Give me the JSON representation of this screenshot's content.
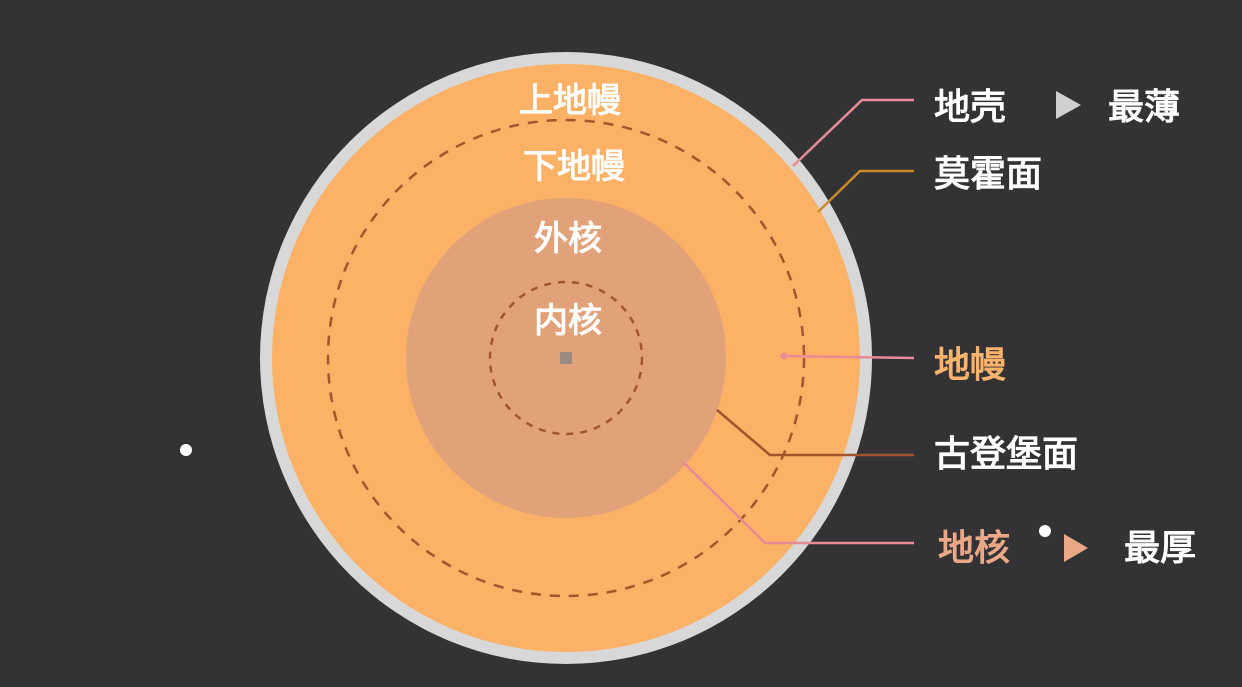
{
  "layers": {
    "upper_mantle": "上地幔",
    "lower_mantle": "下地幔",
    "outer_core": "外核",
    "inner_core": "内核"
  },
  "callouts": {
    "crust": "地壳",
    "crust_note": "最薄",
    "moho": "莫霍面",
    "mantle": "地幔",
    "gutenberg": "古登堡面",
    "core": "地核",
    "core_note": "最厚"
  },
  "colors": {
    "background": "#333335",
    "crust": "#d8d8d8",
    "mantle": "#fbb166",
    "core": "#e1a27a",
    "dashed_line": "#a3562c",
    "crust_line": "#e98b96",
    "moho_line": "#c98a2a",
    "mantle_text": "#f9b36b",
    "core_text": "#eba887",
    "label_white": "#ffffff",
    "arrow": "#d0d0d0"
  },
  "icons": {
    "pointer": "triangle-right-icon"
  }
}
